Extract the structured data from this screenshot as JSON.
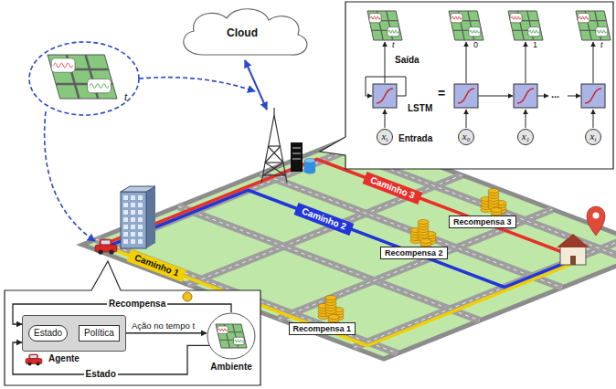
{
  "diagram": {
    "nodes": [
      {
        "text": [
          "Cloud"
        ]
      },
      {
        "text": [
          "Saída",
          "LSTM",
          "Entrada"
        ]
      },
      {
        "text": [
          "x",
          "t"
        ],
        "in": 1
      },
      {
        "text": [
          "x",
          "0"
        ],
        "in": 1
      },
      {
        "text": [
          "x",
          "1"
        ],
        "in": 1
      },
      {
        "text": [
          "x",
          "t"
        ],
        "in": 1
      },
      {
        "text": [
          "Caminho 3"
        ]
      },
      {
        "text": [
          "Caminho 2"
        ]
      },
      {
        "text": [
          "Recompensa 3"
        ]
      },
      {
        "text": [
          "Caminho 1"
        ]
      },
      {
        "text": [
          "Recompensa 2"
        ]
      },
      {
        "text": [
          "Recompensa 1"
        ]
      },
      {
        "text": [
          "Agente"
        ]
      },
      {
        "text": [
          "Estado"
        ],
        "in": 12
      },
      {
        "text": [
          "Política"
        ],
        "in": 12
      },
      {
        "text": [
          "Ambiente"
        ]
      }
    ],
    "edges": [
      {
        "from": 13,
        "to": 14,
        "arrow": "to"
      },
      {
        "from": 14,
        "to": 15,
        "label": "Ação no tempo t",
        "arrow": "to"
      },
      {
        "from": 15,
        "to": 12,
        "label": "Recompensa",
        "arrow": "to"
      },
      {
        "from": 15,
        "to": 12,
        "label": "Estado",
        "arrow": "to"
      }
    ],
    "labels": [
      "t",
      "t",
      "0",
      "1",
      "t",
      "=",
      "..."
    ]
  }
}
